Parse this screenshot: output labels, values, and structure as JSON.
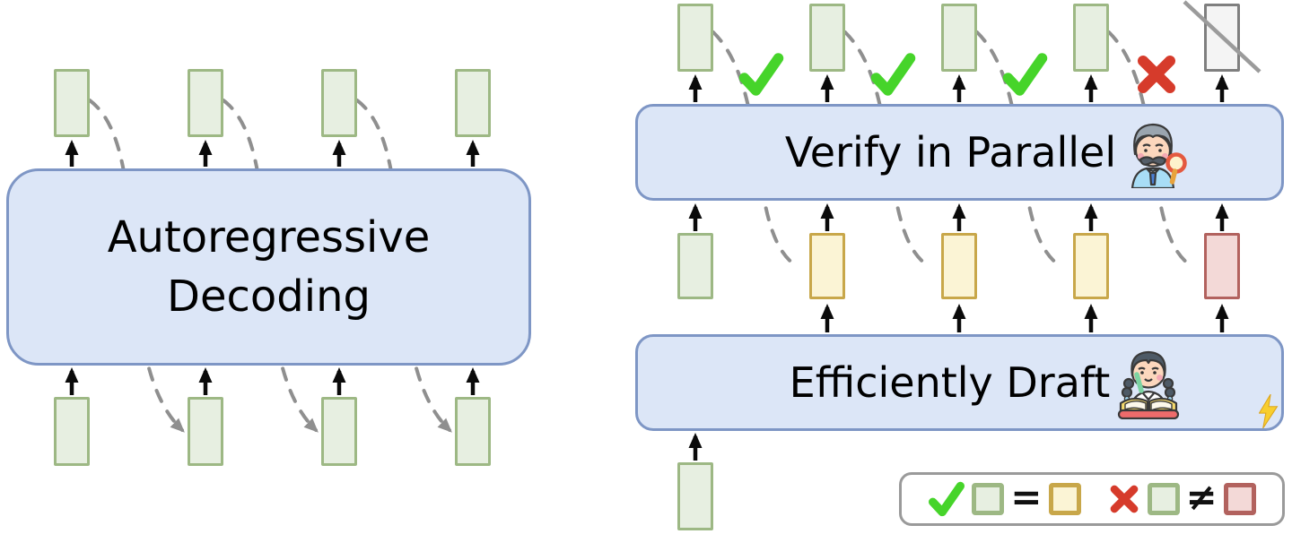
{
  "figure": {
    "left_box_label_line1": "Autoregressive",
    "left_box_label_line2": "Decoding",
    "verify_box_label": "Verify in Parallel",
    "draft_box_label": "Efficiently Draft"
  },
  "tokens": {
    "left_output": [
      "green",
      "green",
      "green",
      "green"
    ],
    "left_input": [
      "green",
      "green",
      "green",
      "green"
    ],
    "right_output": [
      "green",
      "green",
      "green",
      "green",
      "gray-slashed"
    ],
    "right_draft": [
      "green",
      "yellow",
      "yellow",
      "yellow",
      "red"
    ],
    "right_input": [
      "green"
    ]
  },
  "verification_marks": [
    "check",
    "check",
    "check",
    "cross"
  ],
  "legend": {
    "accept_icon": "check-icon",
    "equal_symbol": "=",
    "reject_icon": "cross-icon",
    "not_equal_symbol": "≠"
  },
  "icons": {
    "verify_icon": "detective-magnifier-emoji",
    "draft_icon": "person-writing-emoji",
    "draft_speed_icon": "lightning-bolt-icon"
  },
  "colors": {
    "token_green_fill": "#e7efe1",
    "token_green_border": "#9db884",
    "token_yellow_fill": "#fbf4d5",
    "token_yellow_border": "#c8a74a",
    "token_red_fill": "#f3d9d7",
    "token_red_border": "#b2625e",
    "token_gray_fill": "#f4f4f4",
    "token_gray_border": "#7f7f7f",
    "box_fill": "#dce6f7",
    "box_border": "#7e96c5",
    "check_green": "#46d42a",
    "cross_red": "#d63b2b",
    "dashed_gray": "#8f8f8f",
    "lightning_yellow": "#f8ce2e"
  }
}
